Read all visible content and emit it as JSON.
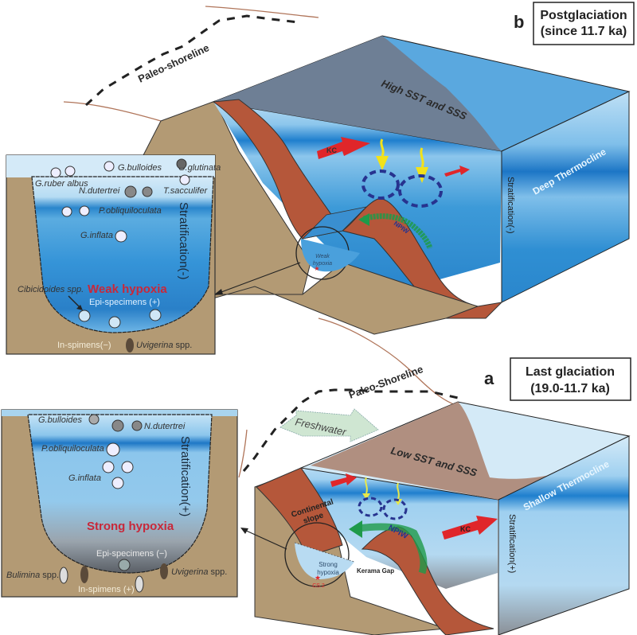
{
  "panel_b": {
    "letter": "b",
    "title_line1": "Postglaciation",
    "title_line2": "(since 11.7 ka)",
    "paleo_shoreline": "Paleo-shoreline",
    "surface_label": "High SST and SSS",
    "thermocline_label": "Deep Thermocline",
    "stratification_label": "Stratification(-)",
    "kc_label": "KC",
    "npiw_label": "NPIW",
    "hypoxia_small": [
      "Weak",
      "hypoxia"
    ]
  },
  "inset_b": {
    "species": {
      "bulloides": "G.bulloides",
      "glutinata": "G.glutinata",
      "ruber": "G.ruber albus",
      "dutertrei": "N.dutertrei",
      "sacculifer": "T.sacculifer",
      "obliquiloculata": "P.obliquiloculata",
      "inflata": "G.inflata",
      "cibicidoides": "Cibicidoides spp.",
      "uvigerina_italic": "Uvigerina",
      "uvigerina_spp": " spp."
    },
    "stratification": "Stratification(-)",
    "hypoxia": "Weak hypoxia",
    "epi": "Epi-specimens (+)",
    "in": "In-spimens(−)"
  },
  "panel_a": {
    "letter": "a",
    "title_line1": "Last glaciation",
    "title_line2": "(19.0-11.7 ka)",
    "paleo_shoreline": "Paleo-Shoreline",
    "freshwater": "Freshwater",
    "surface_label": "Low SST and SSS",
    "thermocline_label": "Shallow Thermocline",
    "stratification_label": "Stratification(+)",
    "kc_label": "KC",
    "npiw_label": "NPIW",
    "continental_slope": [
      "Continental",
      "slope"
    ],
    "hypoxia_small": [
      "Strong",
      "hypoxia"
    ],
    "kerama_gap": "Kerama Gap",
    "core": "CS 2"
  },
  "inset_a": {
    "species": {
      "bulloides": "G.bulloides",
      "dutertrei": "N.dutertrei",
      "obliquiloculata": "P.obliquiloculata",
      "inflata": "G.inflata",
      "bulimina_italic": "Bulimina",
      "bulimina_spp": " spp.",
      "uvigerina_italic": "Uvigerina",
      "uvigerina_spp": " spp."
    },
    "stratification": "Stratification(+)",
    "hypoxia": "Strong hypoxia",
    "epi": "Epi-specimens (−)",
    "in": "In-spimens (+)"
  },
  "colors": {
    "sediment": "#b39a74",
    "slope": "#b5573a",
    "water_light": "#a9d4ee",
    "water_mid": "#3a9ad9",
    "water_deep": "#1a6fb8",
    "surface_warm": "#6e7f95",
    "surface_cold": "#b08f80",
    "kc_arrow": "#e0262a",
    "npiw_arrow": "#1f9a4a",
    "sun_arrow": "#f2e21a",
    "eddy": "#27338f",
    "hypoxia_text": "#c8283a"
  }
}
